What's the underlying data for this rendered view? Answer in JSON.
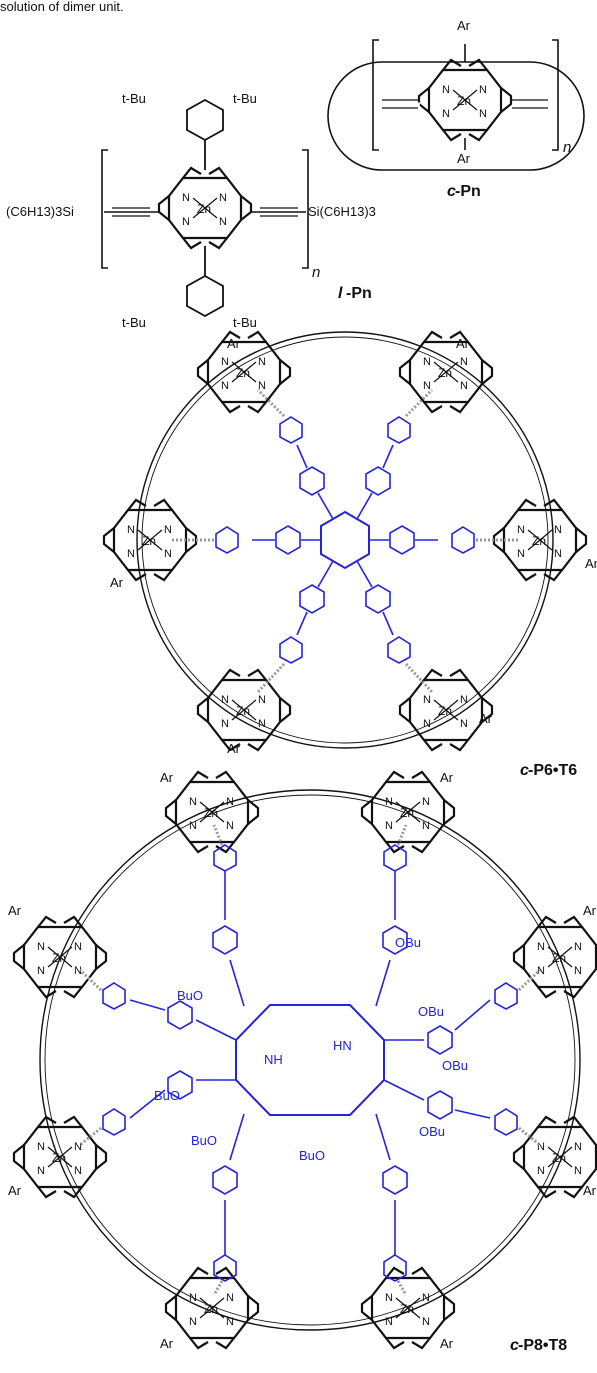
{
  "header_fragment": "solution of dimer unit.",
  "linear": {
    "tbu": "t-Bu",
    "si_left": "(C6H13)3Si",
    "si_right": "Si(C6H13)3",
    "zn": "Zn",
    "n": "N",
    "repeat": "n",
    "label_prefix": "l",
    "label_main": "-Pn"
  },
  "cyclic": {
    "ar": "Ar",
    "zn": "Zn",
    "n": "N",
    "repeat": "n",
    "label_prefix": "c",
    "label_main": "-Pn"
  },
  "p6t6": {
    "ar": "Ar",
    "zn": "Zn",
    "n": "N",
    "label_prefix": "c",
    "label_main": "-P6•T6"
  },
  "p8t8": {
    "ar": "Ar",
    "zn": "Zn",
    "n": "N",
    "nh": "NH",
    "hn": "HN",
    "obu": "OBu",
    "buo": "BuO",
    "label_prefix": "c",
    "label_main": "-P8•T8"
  },
  "colors": {
    "template": "#2424d8",
    "ring": "#111111"
  }
}
